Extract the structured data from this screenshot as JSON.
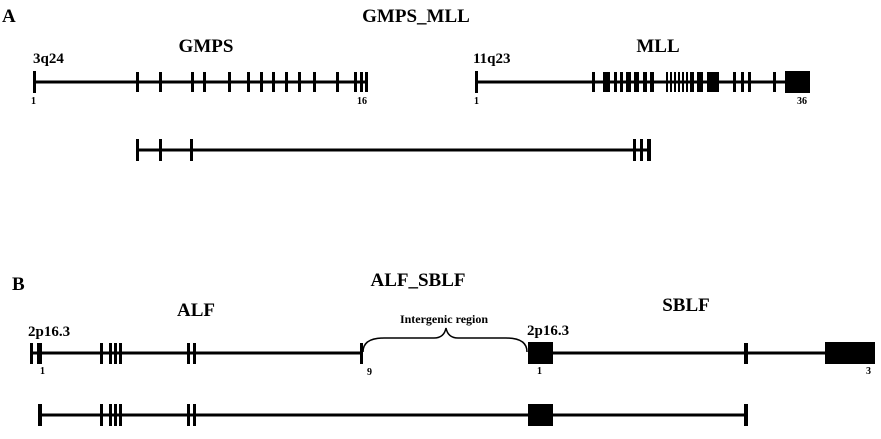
{
  "colors": {
    "ink": "#000000",
    "background": "#ffffff"
  },
  "panel_a": {
    "letter": "A",
    "title": "GMPS_MLL",
    "gene1": {
      "name": "GMPS",
      "band": "3q24",
      "exon_first": "1",
      "exon_last": "16"
    },
    "gene2": {
      "name": "MLL",
      "band": "11q23",
      "exon_first": "1",
      "exon_last": "36"
    }
  },
  "panel_b": {
    "letter": "B",
    "title": "ALF_SBLF",
    "gene1": {
      "name": "ALF",
      "band": "2p16.3",
      "exon_first": "1",
      "exon_last": "9"
    },
    "intergenic": "Intergenic region",
    "gene2": {
      "name": "SBLF",
      "band": "2p16.3",
      "exon_first": "1",
      "exon_last": "3"
    }
  }
}
